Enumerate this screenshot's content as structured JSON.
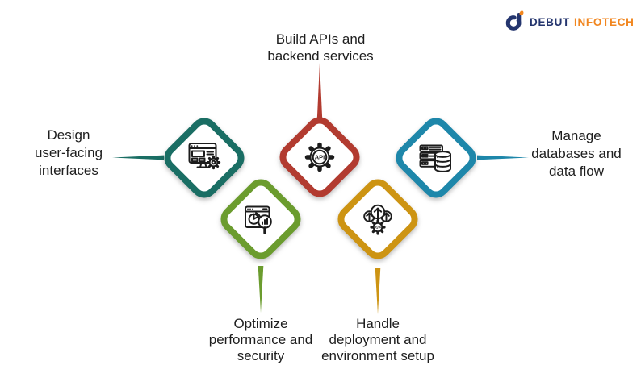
{
  "brand": {
    "word1": "DEBUT",
    "word2": "INFOTECH",
    "word1_color": "#24356e",
    "word2_color": "#f1861f",
    "logo_icon": "debut-infotech-logo-mark"
  },
  "nodes": {
    "design": {
      "label": "Design\nuser-facing\ninterfaces",
      "color": "#1a6e64",
      "icon": "browser-gear-icon"
    },
    "build": {
      "label": "Build APIs and\nbackend services",
      "color": "#b23b30",
      "icon": "api-gear-icon",
      "icon_text": "API"
    },
    "optimize": {
      "label": "Optimize\nperformance and\nsecurity",
      "color": "#6b9c2e",
      "icon": "analytics-magnifier-icon"
    },
    "deploy": {
      "label": "Handle\ndeployment and\nenvironment setup",
      "color": "#cd9413",
      "icon": "cloud-deploy-code-icon",
      "icon_text": "</>"
    },
    "database": {
      "label": "Manage\ndatabases and\ndata flow",
      "color": "#1e87aa",
      "icon": "server-database-icon"
    }
  },
  "text_color": "#1e1e1e",
  "background": "#ffffff"
}
